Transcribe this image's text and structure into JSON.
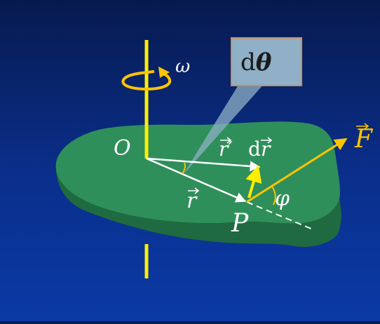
{
  "labels": {
    "omega": "ω",
    "dtheta_prefix": "d",
    "dtheta_symbol": "θ",
    "origin": "O",
    "r": "r",
    "r_prime": "r′",
    "dr_prefix": "d",
    "dr": "r",
    "force": "F",
    "point": "P",
    "angle": "φ"
  },
  "colors": {
    "background": "#0a2f8c",
    "axis": "#ffee00",
    "body_top": "#2f8f5b",
    "body_side": "#1f6a40",
    "vector_white": "#ffffff",
    "force": "#ffc400",
    "callout_fill": "#8fb0c6",
    "callout_border": "#d98a4a",
    "dr_arrow": "#ffee00"
  }
}
